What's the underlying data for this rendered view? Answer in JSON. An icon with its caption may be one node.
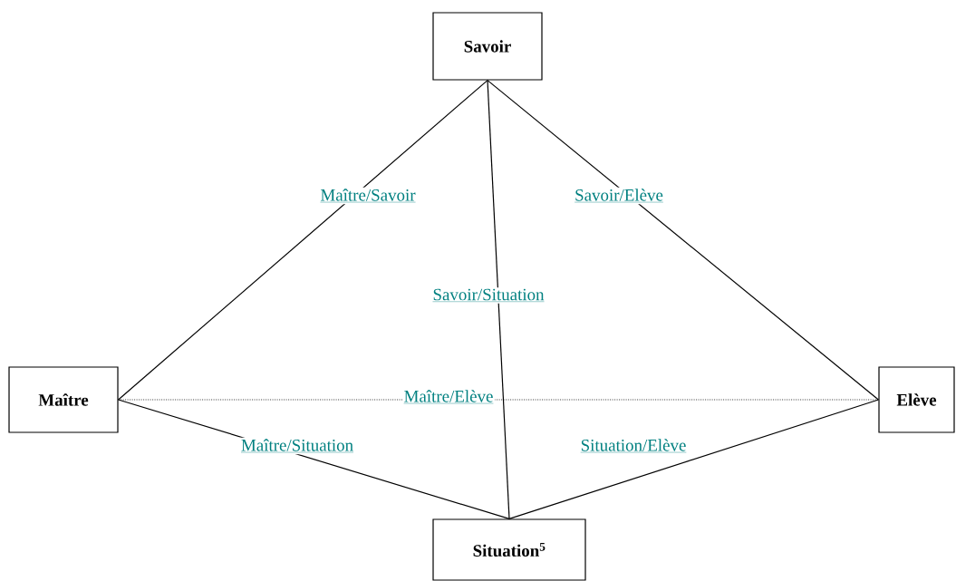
{
  "diagram": {
    "nodes": [
      {
        "text": [
          "Savoir"
        ]
      },
      {
        "text": [
          "Maître"
        ]
      },
      {
        "text": [
          "Elève"
        ]
      },
      {
        "text": [
          "Situation$^{5}$"
        ]
      }
    ],
    "edges": [
      {
        "from": 0,
        "to": 1,
        "arrow": "none",
        "label": "Maître/Savoir"
      },
      {
        "from": 0,
        "to": 2,
        "arrow": "none",
        "label": "Savoir/Elève"
      },
      {
        "from": 0,
        "to": 3,
        "arrow": "none",
        "label": "Savoir/Situation"
      },
      {
        "from": 1,
        "to": 2,
        "arrow": "none",
        "label": "Maître/Elève",
        "style": "dashed"
      },
      {
        "from": 1,
        "to": 3,
        "arrow": "none",
        "label": "Maître/Situation"
      },
      {
        "from": 3,
        "to": 2,
        "arrow": "none",
        "label": "Situation/Elève"
      }
    ]
  }
}
